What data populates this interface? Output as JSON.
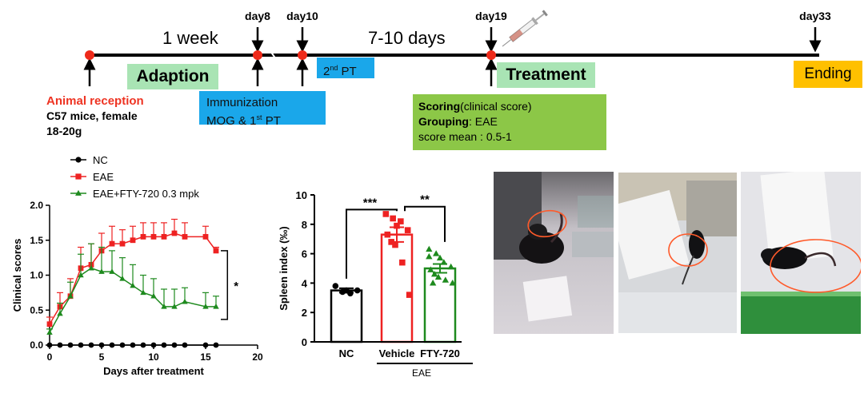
{
  "timeline": {
    "days": [
      "day8",
      "day10",
      "day19",
      "day33"
    ],
    "periods": [
      "1 week",
      "7-10 days"
    ],
    "phases": {
      "adaption": "Adaption",
      "treatment": "Treatment",
      "ending": "Ending"
    },
    "second_pt": {
      "sup": "nd",
      "base": "2",
      "text": " PT"
    },
    "immunization": {
      "line1": "Immunization",
      "line2a": "MOG & 1",
      "line2sup": "st",
      "line2b": " PT"
    },
    "reception": {
      "title": "Animal reception",
      "line2": "C57 mice,  female",
      "line3": "18-20g"
    },
    "scoring": {
      "l1b": "Scoring",
      "l1": "(clinical score)",
      "l2b": "Grouping",
      "l2": ": EAE",
      "l3": "score mean :  0.5-1"
    }
  },
  "colors": {
    "nc": "#000000",
    "eae": "#ee2222",
    "fty": "#1e8a1e",
    "green_box": "#a9e4b4",
    "blue_box": "#1aa7ea",
    "orange_box": "#ffc000",
    "score_box": "#8cc747"
  },
  "chart_data": [
    {
      "type": "line",
      "xlabel": "Days after treatment",
      "ylabel": "Clinical scores",
      "xlim": [
        0,
        20
      ],
      "ylim": [
        0,
        2.0
      ],
      "xticks": [
        0,
        5,
        10,
        15,
        20
      ],
      "yticks": [
        "0.0",
        "0.5",
        "1.0",
        "1.5",
        "2.0"
      ],
      "significance": "*",
      "series": [
        {
          "name": "NC",
          "color": "#000000",
          "marker": "circle",
          "x": [
            0,
            1,
            2,
            3,
            4,
            5,
            6,
            7,
            8,
            9,
            10,
            11,
            12,
            13,
            15,
            16
          ],
          "y": [
            0,
            0,
            0,
            0,
            0,
            0,
            0,
            0,
            0,
            0,
            0,
            0,
            0,
            0,
            0,
            0
          ],
          "err": [
            0,
            0,
            0,
            0,
            0,
            0,
            0,
            0,
            0,
            0,
            0,
            0,
            0,
            0,
            0,
            0
          ]
        },
        {
          "name": "EAE",
          "color": "#ee2222",
          "marker": "square",
          "x": [
            0,
            1,
            2,
            3,
            4,
            5,
            6,
            7,
            8,
            9,
            10,
            11,
            12,
            13,
            15,
            16
          ],
          "y": [
            0.3,
            0.55,
            0.7,
            1.1,
            1.15,
            1.35,
            1.45,
            1.45,
            1.5,
            1.55,
            1.55,
            1.55,
            1.6,
            1.55,
            1.55,
            1.35
          ],
          "err": [
            0.1,
            0.2,
            0.25,
            0.3,
            0.3,
            0.25,
            0.25,
            0.2,
            0.2,
            0.2,
            0.2,
            0.2,
            0.2,
            0.2,
            0.15,
            0.05
          ]
        },
        {
          "name": "EAE+FTY-720 0.3 mpk",
          "color": "#1e8a1e",
          "marker": "triangle",
          "x": [
            0,
            1,
            2,
            3,
            4,
            5,
            6,
            7,
            8,
            9,
            10,
            11,
            12,
            13,
            15,
            16
          ],
          "y": [
            0.18,
            0.45,
            0.7,
            1.0,
            1.1,
            1.05,
            1.05,
            0.95,
            0.85,
            0.75,
            0.7,
            0.55,
            0.55,
            0.62,
            0.55,
            0.55
          ],
          "err": [
            0.05,
            0.15,
            0.2,
            0.3,
            0.35,
            0.35,
            0.3,
            0.3,
            0.3,
            0.25,
            0.25,
            0.25,
            0.25,
            0.2,
            0.2,
            0.15
          ]
        }
      ]
    },
    {
      "type": "bar",
      "ylabel": "Spleen index (‰)",
      "ylim": [
        0,
        10
      ],
      "yticks": [
        "0",
        "2",
        "4",
        "6",
        "8",
        "10"
      ],
      "categories": [
        "NC",
        "Vehicle",
        "FTY-720"
      ],
      "group_label": "EAE",
      "values": [
        3.5,
        7.3,
        5.0
      ],
      "errors": [
        0.15,
        0.5,
        0.3
      ],
      "colors": [
        "#000000",
        "#ee2222",
        "#1e8a1e"
      ],
      "markers": [
        "circle",
        "square",
        "triangle"
      ],
      "points": [
        [
          3.8,
          3.4,
          3.5,
          3.3,
          3.5
        ],
        [
          8.7,
          8.4,
          7.9,
          8.2,
          7.6,
          7.3,
          6.8,
          6.6,
          5.4,
          3.2
        ],
        [
          6.3,
          6.0,
          5.7,
          5.4,
          5.1,
          4.9,
          4.6,
          4.4,
          4.2,
          4.0,
          5.8,
          4.0
        ]
      ],
      "significance": [
        "***",
        "**"
      ]
    }
  ]
}
